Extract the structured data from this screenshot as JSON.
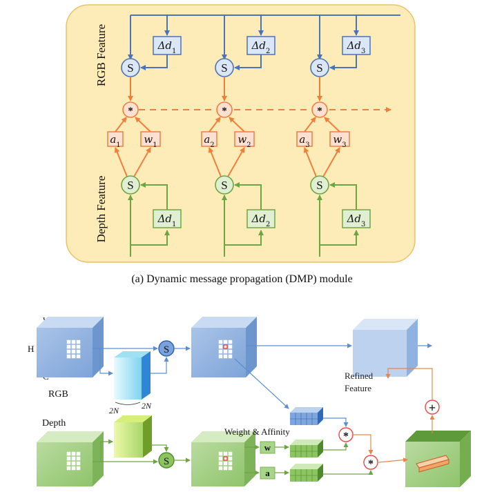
{
  "dmp": {
    "rgb_label": "RGB Feature",
    "depth_label": "Depth Feature",
    "sample_symbol": "S",
    "conv_symbol": "*",
    "columns": [
      {
        "d": "Δd",
        "d_sub": "1",
        "a": "a",
        "a_sub": "1",
        "w": "w",
        "w_sub": "1"
      },
      {
        "d": "Δd",
        "d_sub": "2",
        "a": "a",
        "a_sub": "2",
        "w": "w",
        "w_sub": "2"
      },
      {
        "d": "Δd",
        "d_sub": "3",
        "a": "a",
        "a_sub": "3",
        "w": "w",
        "w_sub": "3"
      }
    ],
    "colors": {
      "panel_fill": "#fdebb8",
      "panel_stroke": "#e9c26a",
      "blue": "#4a73b8",
      "blue_fill": "#dbe6f6",
      "orange": "#f07f3c",
      "orange_fill": "#fde0cf",
      "green": "#6da543",
      "green_fill": "#e0efd2"
    }
  },
  "caption": "(a) Dynamic message propagation (DMP) module",
  "pipeline": {
    "dim_w": "W",
    "dim_h": "H",
    "dim_c": "C",
    "rgb": "RGB",
    "depth": "Depth",
    "twoN_left": "2N",
    "twoN_right": "2N",
    "weight_affinity": "Weight & Affinity",
    "w_box": "w",
    "a_box": "a",
    "refined_line1": "Refined",
    "refined_line2": "Feature",
    "sample_symbol": "S",
    "conv_symbol": "*",
    "plus_symbol": "+"
  }
}
